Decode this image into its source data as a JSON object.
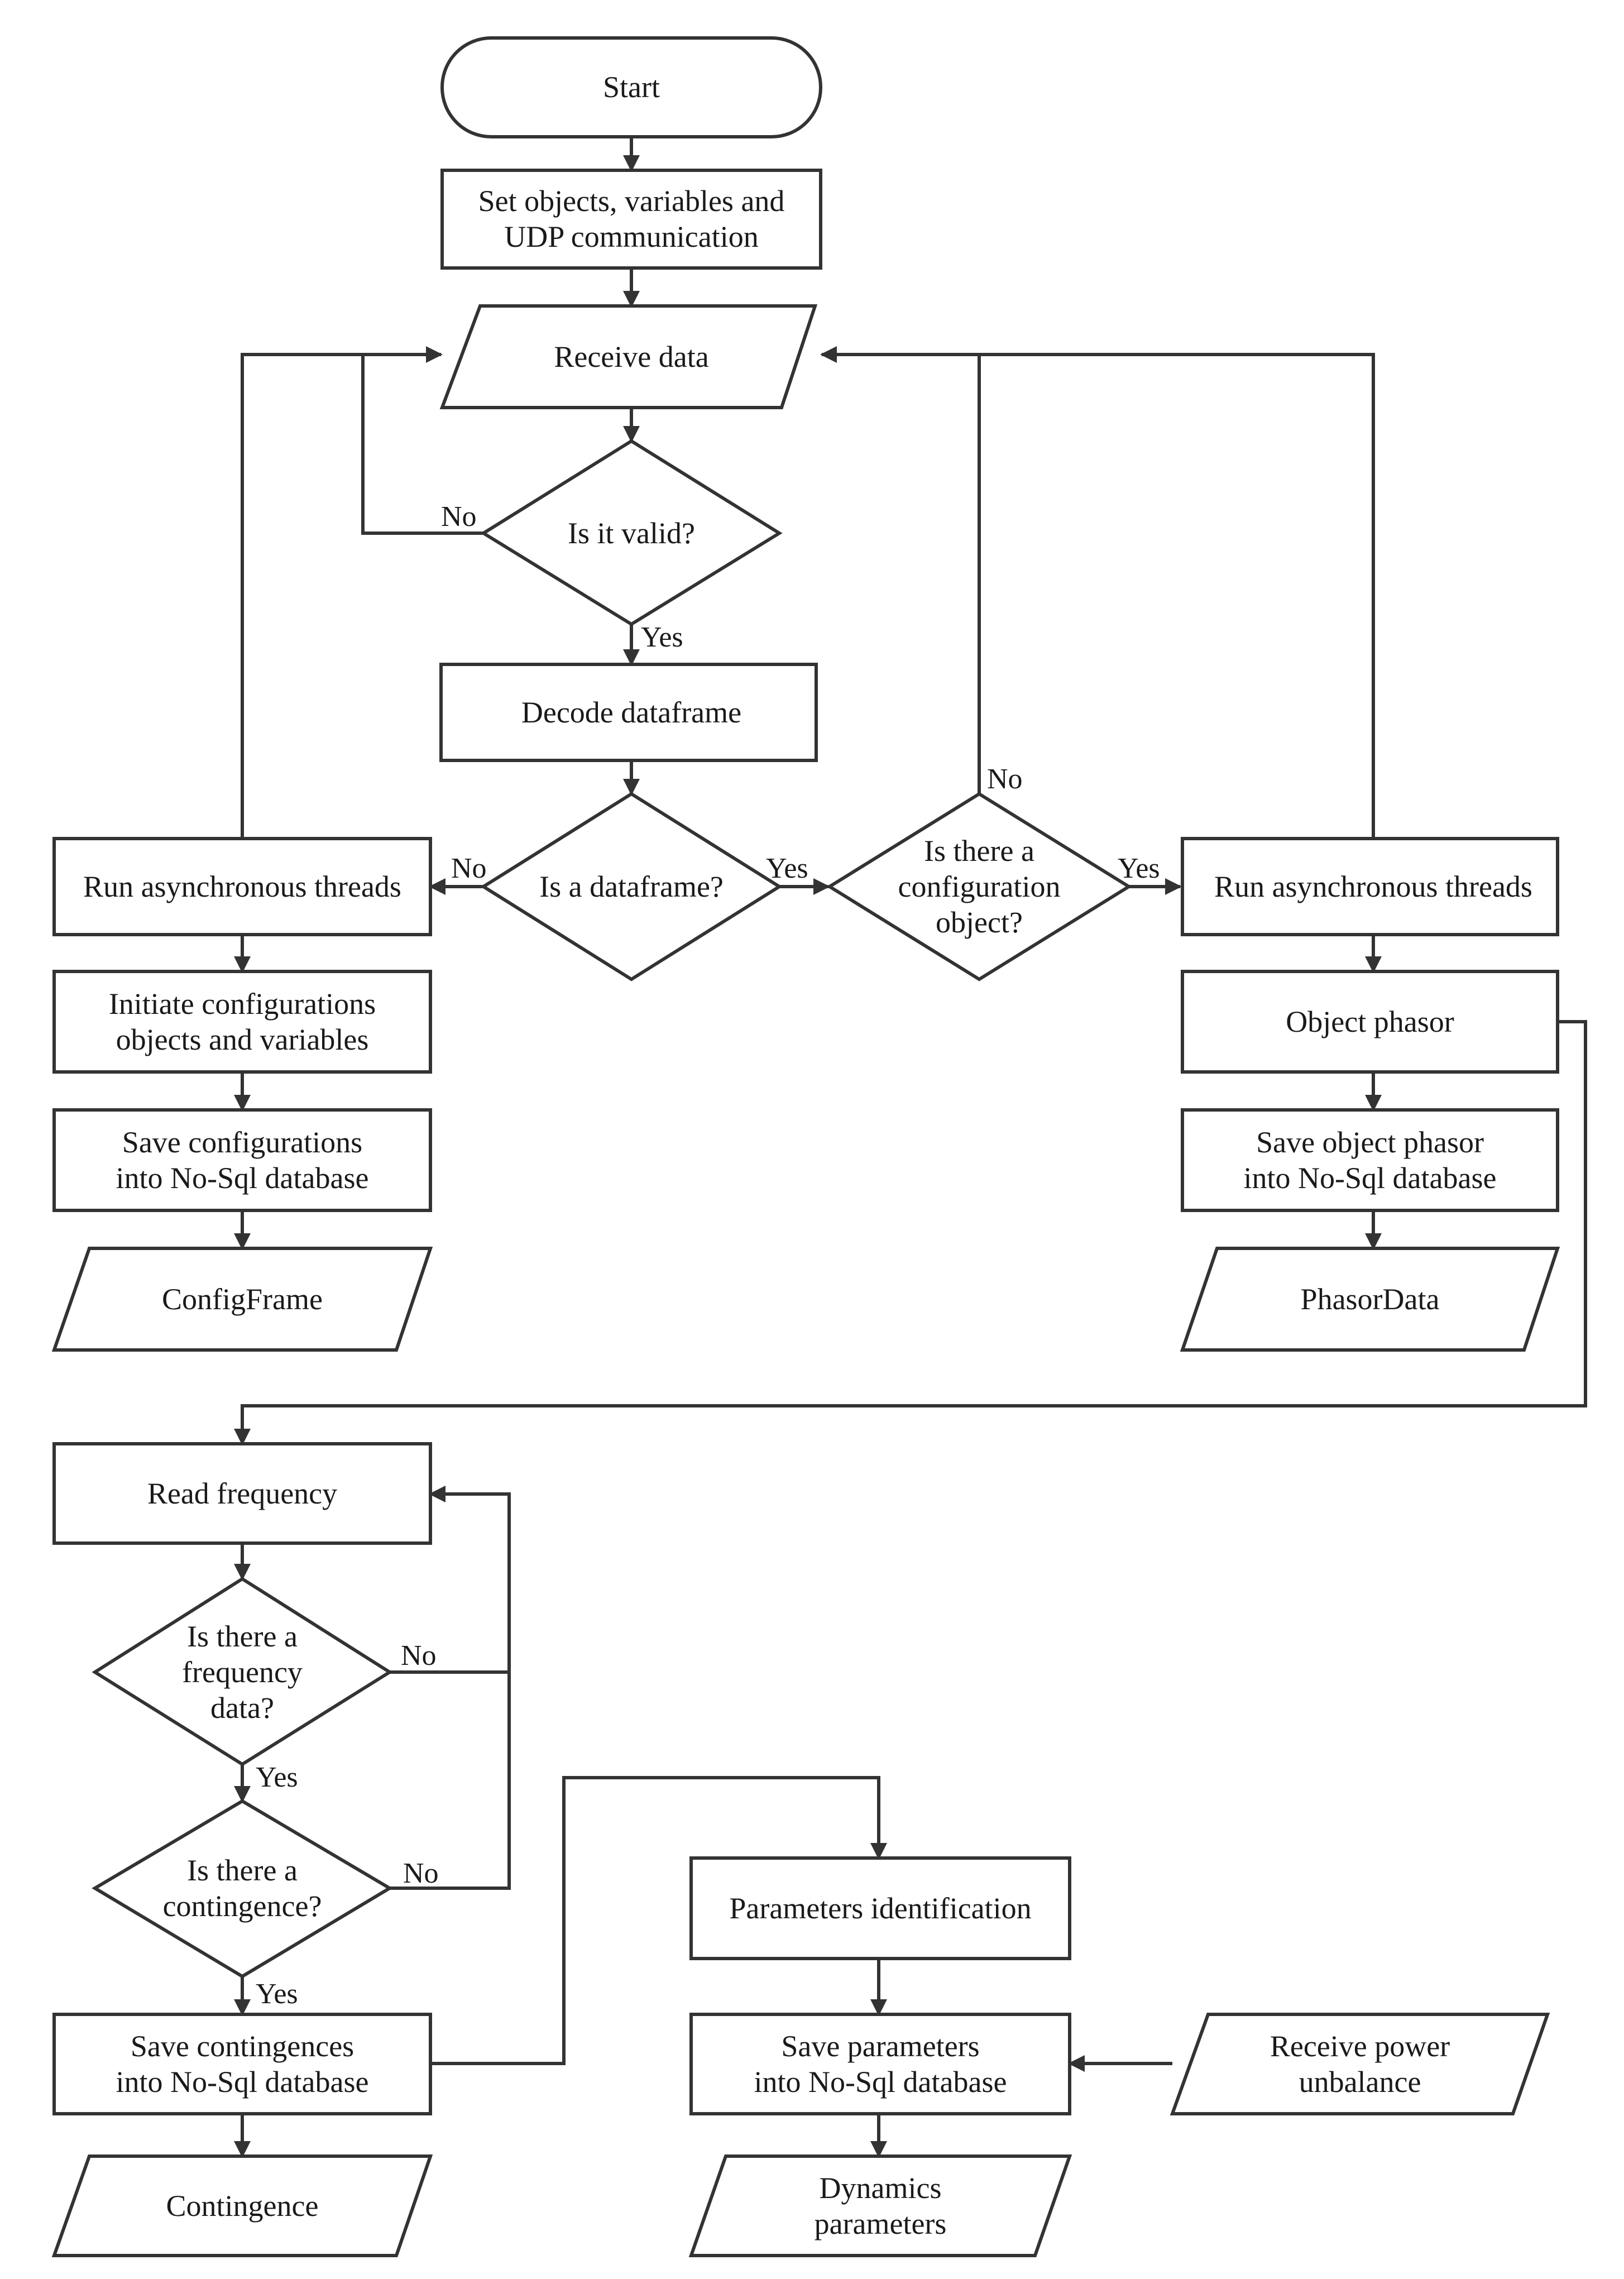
{
  "nodes": {
    "start": [
      "Start"
    ],
    "set_objects": [
      "Set objects, variables and",
      "UDP communication"
    ],
    "receive_data": [
      "Receive data"
    ],
    "is_valid": [
      "Is it valid?"
    ],
    "decode": [
      "Decode dataframe"
    ],
    "is_dataframe": [
      "Is a dataframe?"
    ],
    "is_config": [
      "Is there a",
      "configuration",
      "object?"
    ],
    "run_async_left": [
      "Run asynchronous threads"
    ],
    "init_config": [
      "Initiate configurations",
      "objects and variables"
    ],
    "save_config": [
      "Save configurations",
      "into No-Sql database"
    ],
    "config_frame": [
      "ConfigFrame"
    ],
    "run_async_right": [
      "Run asynchronous threads"
    ],
    "object_phasor": [
      "Object phasor"
    ],
    "save_phasor": [
      "Save object phasor",
      "into No-Sql database"
    ],
    "phasor_data": [
      "PhasorData"
    ],
    "read_freq": [
      "Read frequency"
    ],
    "is_freq": [
      "Is there a",
      "frequency",
      "data?"
    ],
    "is_contingence": [
      "Is there a",
      "contingence?"
    ],
    "save_contingences": [
      "Save contingences",
      "into No-Sql database"
    ],
    "contingence": [
      "Contingence"
    ],
    "params_id": [
      "Parameters identification"
    ],
    "save_params": [
      "Save parameters",
      "into No-Sql database"
    ],
    "dyn_params": [
      "Dynamics",
      "parameters"
    ],
    "receive_power": [
      "Receive power",
      "unbalance"
    ]
  },
  "edge_labels": {
    "valid_no": "No",
    "valid_yes": "Yes",
    "dataframe_no": "No",
    "dataframe_yes": "Yes",
    "config_no": "No",
    "config_yes": "Yes",
    "freq_no": "No",
    "freq_yes": "Yes",
    "contingence_no": "No",
    "contingence_yes": "Yes"
  }
}
